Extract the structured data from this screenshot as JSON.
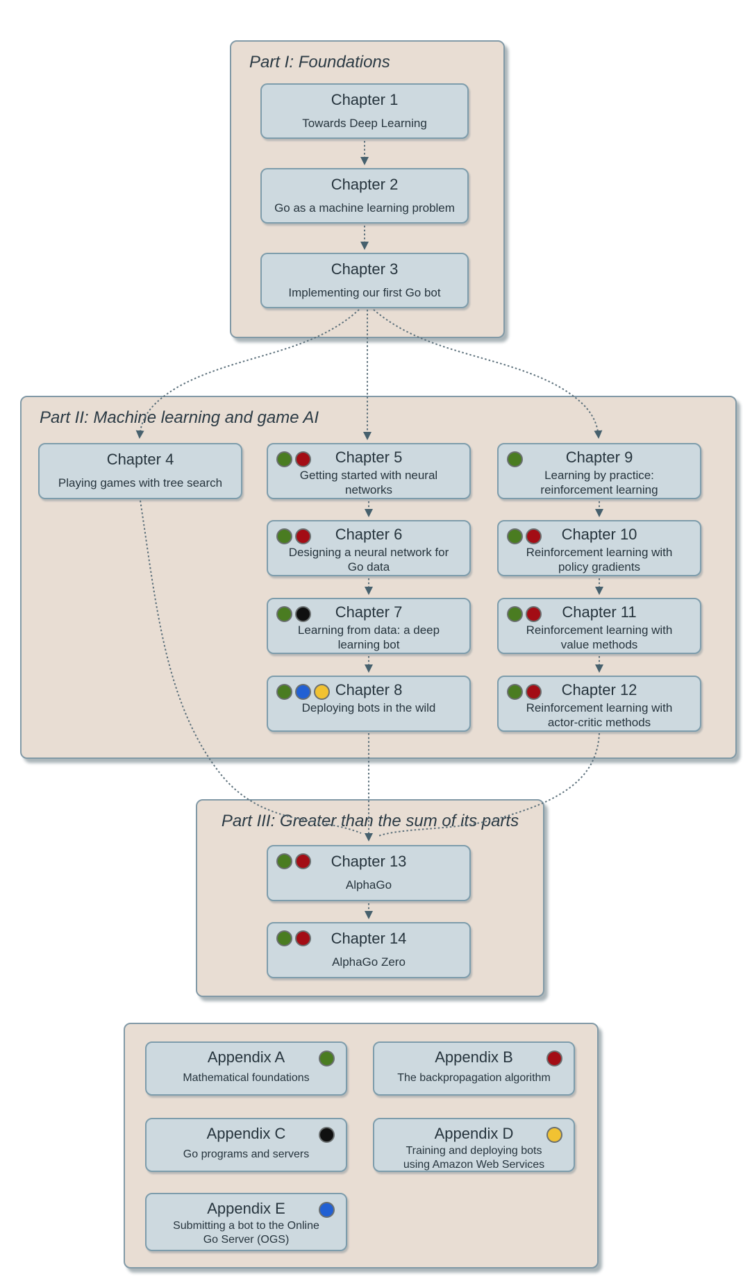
{
  "parts": {
    "part1": {
      "title": "Part I: Foundations"
    },
    "part2": {
      "title": "Part II: Machine learning and game AI"
    },
    "part3": {
      "title": "Part III: Greater than the sum of its parts"
    }
  },
  "chapters": {
    "ch1": {
      "title": "Chapter 1",
      "subtitle": "Towards Deep Learning",
      "dots": []
    },
    "ch2": {
      "title": "Chapter 2",
      "subtitle": "Go as a machine learning problem",
      "dots": []
    },
    "ch3": {
      "title": "Chapter 3",
      "subtitle": "Implementing our first Go bot",
      "dots": []
    },
    "ch4": {
      "title": "Chapter 4",
      "subtitle": "Playing games with tree search",
      "dots": []
    },
    "ch5": {
      "title": "Chapter 5",
      "subtitle": "Getting started with neural networks",
      "dots": [
        "green",
        "red"
      ]
    },
    "ch6": {
      "title": "Chapter 6",
      "subtitle": "Designing a neural network for Go data",
      "dots": [
        "green",
        "red"
      ]
    },
    "ch7": {
      "title": "Chapter 7",
      "subtitle": "Learning from data: a deep learning bot",
      "dots": [
        "green",
        "black"
      ]
    },
    "ch8": {
      "title": "Chapter 8",
      "subtitle": "Deploying bots in the wild",
      "dots": [
        "green",
        "blue",
        "yellow"
      ]
    },
    "ch9": {
      "title": "Chapter 9",
      "subtitle": "Learning by practice: reinforcement learning",
      "dots": [
        "green"
      ]
    },
    "ch10": {
      "title": "Chapter 10",
      "subtitle": "Reinforcement learning with policy gradients",
      "dots": [
        "green",
        "red"
      ]
    },
    "ch11": {
      "title": "Chapter 11",
      "subtitle": "Reinforcement learning with value methods",
      "dots": [
        "green",
        "red"
      ]
    },
    "ch12": {
      "title": "Chapter 12",
      "subtitle": "Reinforcement learning with actor-critic methods",
      "dots": [
        "green",
        "red"
      ]
    },
    "ch13": {
      "title": "Chapter 13",
      "subtitle": "AlphaGo",
      "dots": [
        "green",
        "red"
      ]
    },
    "ch14": {
      "title": "Chapter 14",
      "subtitle": "AlphaGo Zero",
      "dots": [
        "green",
        "red"
      ]
    }
  },
  "appendices": {
    "a": {
      "title": "Appendix A",
      "subtitle": "Mathematical foundations",
      "dots": [
        "green"
      ]
    },
    "b": {
      "title": "Appendix B",
      "subtitle": "The backpropagation algorithm",
      "dots": [
        "red"
      ]
    },
    "c": {
      "title": "Appendix C",
      "subtitle": "Go programs and servers",
      "dots": [
        "black"
      ]
    },
    "d": {
      "title": "Appendix D",
      "subtitle": "Training and deploying bots using Amazon Web Services",
      "dots": [
        "yellow"
      ]
    },
    "e": {
      "title": "Appendix E",
      "subtitle": "Submitting a bot to the Online Go Server (OGS)",
      "dots": [
        "blue"
      ]
    }
  },
  "dot_colors": {
    "green": "#4a7c21",
    "red": "#a30d15",
    "black": "#101010",
    "blue": "#2160d3",
    "yellow": "#f1c232"
  },
  "wire_color": "#5c707b",
  "arrowhead_color": "#46606d"
}
